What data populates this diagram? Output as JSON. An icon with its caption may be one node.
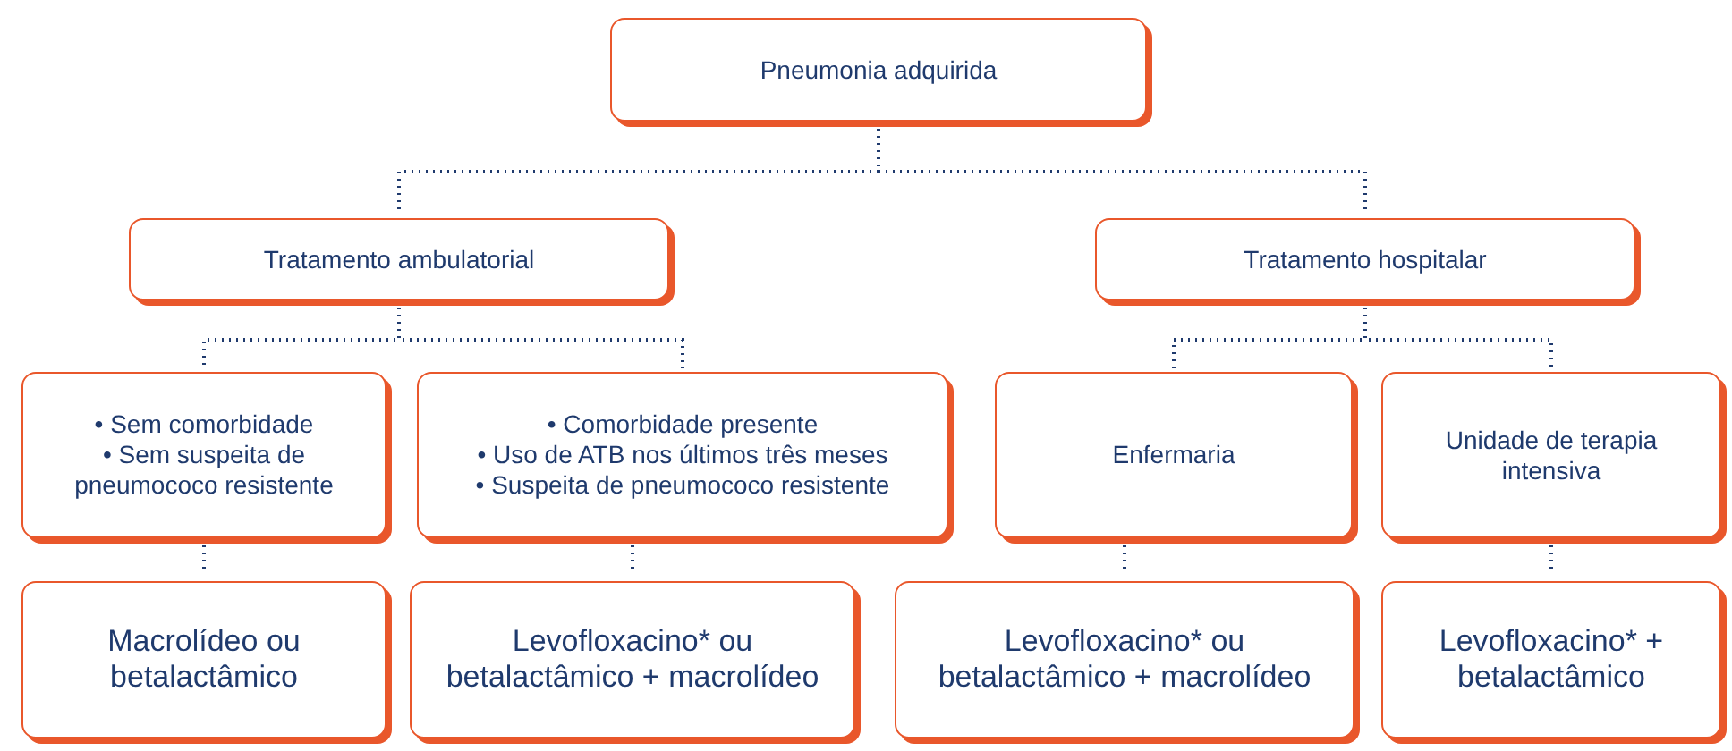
{
  "diagram": {
    "nodes": [
      {
        "text": [
          "Pneumonia adquirida"
        ]
      },
      {
        "text": [
          "Tratamento ambulatorial"
        ]
      },
      {
        "text": [
          "Tratamento hospitalar"
        ]
      },
      {
        "text": [
          "• Sem comorbidade",
          "• Sem suspeita de pneumococo resistente"
        ]
      },
      {
        "text": [
          "• Comorbidade presente",
          "• Uso de ATB nos últimos três meses",
          "• Suspeita de pneumococo resistente"
        ]
      },
      {
        "text": [
          "Enfermaria"
        ]
      },
      {
        "text": [
          "Unidade de terapia intensiva"
        ]
      },
      {
        "text": [
          "Macrolídeo ou betalactâmico"
        ]
      },
      {
        "text": [
          "Levofloxacino* ou betalactâmico + macrolídeo"
        ]
      },
      {
        "text": [
          "Levofloxacino* ou betalactâmico + macrolídeo"
        ]
      },
      {
        "text": [
          "Levofloxacino* + betalactâmico"
        ]
      }
    ],
    "edges": [
      {
        "from": 0,
        "to": 1,
        "arrow": "none"
      },
      {
        "from": 0,
        "to": 2,
        "arrow": "none"
      },
      {
        "from": 1,
        "to": 3,
        "arrow": "none"
      },
      {
        "from": 1,
        "to": 4,
        "arrow": "none"
      },
      {
        "from": 2,
        "to": 5,
        "arrow": "none"
      },
      {
        "from": 2,
        "to": 6,
        "arrow": "none"
      },
      {
        "from": 3,
        "to": 7,
        "arrow": "none"
      },
      {
        "from": 4,
        "to": 8,
        "arrow": "none"
      },
      {
        "from": 5,
        "to": 9,
        "arrow": "none"
      },
      {
        "from": 6,
        "to": 10,
        "arrow": "none"
      }
    ]
  }
}
